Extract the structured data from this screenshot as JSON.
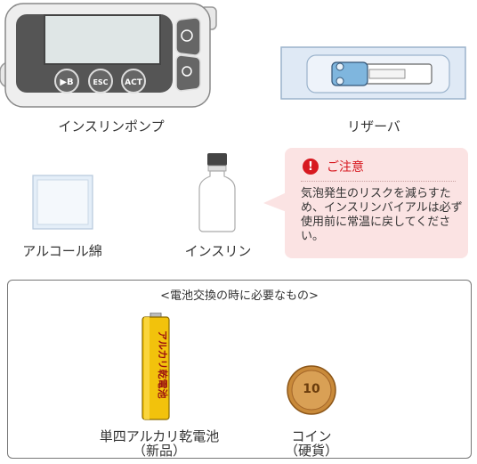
{
  "items": {
    "insulin_pump": "インスリンポンプ",
    "reservoir": "リザーバ",
    "alcohol_swab": "アルコール綿",
    "insulin": "インスリン"
  },
  "pump_buttons": {
    "left": "▶B",
    "middle": "ESC",
    "right": "ACT"
  },
  "caution": {
    "title": "ご注意",
    "icon": "!",
    "body": "気泡発生のリスクを減らすため、インスリンバイアルは必ず使用前に常温に戻してください。"
  },
  "battery_box": {
    "title": "<電池交換の時に必要なもの>",
    "battery_label": "単四アルカリ乾電池",
    "battery_sub": "（新品）",
    "battery_print": "アルカリ乾電池",
    "coin_label": "コイン",
    "coin_sub": "（硬貨）",
    "coin_value": "10"
  },
  "colors": {
    "caution_red": "#d71920",
    "caution_bg": "#fbe3e3",
    "battery_yellow": "#f2c20c",
    "coin_copper": "#c98a3a"
  }
}
